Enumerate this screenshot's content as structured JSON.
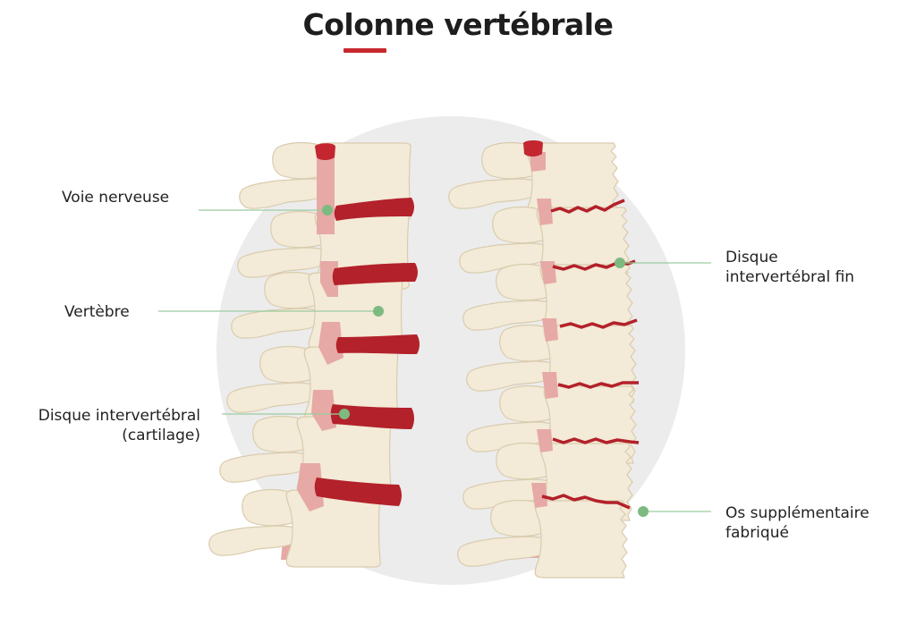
{
  "title": "Colonne vertébrale",
  "colors": {
    "accent": "#c8282d",
    "disc": "#b3212a",
    "bone": "#f3ead7",
    "bone_stroke": "#d9ccae",
    "nerve": "#e6a9a6",
    "marker": "#7dba82",
    "leader": "#9ccc9e",
    "background_circle": "#ececec"
  },
  "labels": {
    "nerve_path": "Voie nerveuse",
    "vertebra": "Vertèbre",
    "disc_line1": "Disque intervertébral",
    "disc_line2": "(cartilage)",
    "thin_disc_line1": "Disque",
    "thin_disc_line2": "intervertébral fin",
    "extra_bone_line1": "Os supplémentaire",
    "extra_bone_line2": "fabriqué"
  }
}
